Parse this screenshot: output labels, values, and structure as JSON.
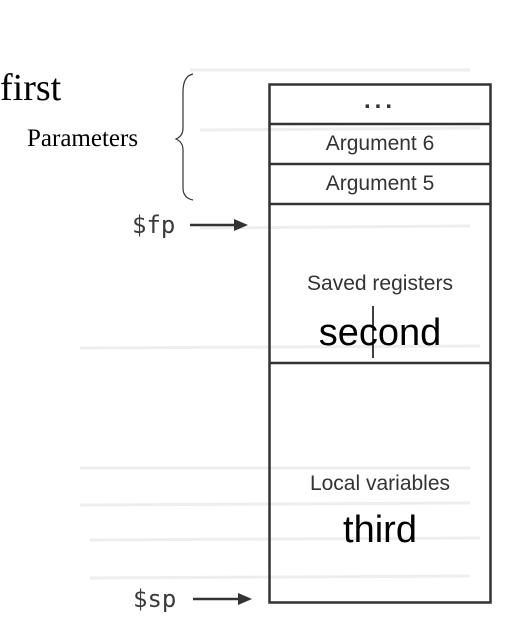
{
  "annotations": {
    "first": "first",
    "parameters": "Parameters",
    "second": "second",
    "third": "third"
  },
  "pointers": {
    "fp": "$fp",
    "sp": "$sp"
  },
  "stack": {
    "ellipsis": "...",
    "arg6": "Argument 6",
    "arg5": "Argument 5",
    "saved": "Saved registers",
    "locals": "Local variables"
  }
}
